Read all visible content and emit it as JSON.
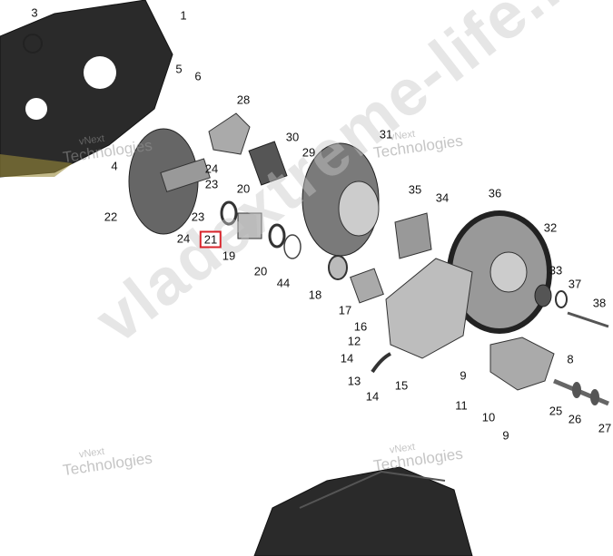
{
  "diagram": {
    "labels": [
      {
        "id": "l3",
        "text": "3"
      },
      {
        "id": "l1",
        "text": "1"
      },
      {
        "id": "l5",
        "text": "5"
      },
      {
        "id": "l6",
        "text": "6"
      },
      {
        "id": "l28",
        "text": "28"
      },
      {
        "id": "l30",
        "text": "30"
      },
      {
        "id": "l29",
        "text": "29"
      },
      {
        "id": "l31",
        "text": "31"
      },
      {
        "id": "l4",
        "text": "4"
      },
      {
        "id": "l24a",
        "text": "24"
      },
      {
        "id": "l23a",
        "text": "23"
      },
      {
        "id": "l20a",
        "text": "20"
      },
      {
        "id": "l22",
        "text": "22"
      },
      {
        "id": "l23b",
        "text": "23"
      },
      {
        "id": "l24b",
        "text": "24"
      },
      {
        "id": "l21",
        "text": "21"
      },
      {
        "id": "l19",
        "text": "19"
      },
      {
        "id": "l20b",
        "text": "20"
      },
      {
        "id": "l44",
        "text": "44"
      },
      {
        "id": "l35",
        "text": "35"
      },
      {
        "id": "l34",
        "text": "34"
      },
      {
        "id": "l36",
        "text": "36"
      },
      {
        "id": "l32",
        "text": "32"
      },
      {
        "id": "l18",
        "text": "18"
      },
      {
        "id": "l17",
        "text": "17"
      },
      {
        "id": "l33",
        "text": "33"
      },
      {
        "id": "l37",
        "text": "37"
      },
      {
        "id": "l38",
        "text": "38"
      },
      {
        "id": "l16",
        "text": "16"
      },
      {
        "id": "l12",
        "text": "12"
      },
      {
        "id": "l8",
        "text": "8"
      },
      {
        "id": "l14a",
        "text": "14"
      },
      {
        "id": "l13",
        "text": "13"
      },
      {
        "id": "l14b",
        "text": "14"
      },
      {
        "id": "l15",
        "text": "15"
      },
      {
        "id": "l9a",
        "text": "9"
      },
      {
        "id": "l11",
        "text": "11"
      },
      {
        "id": "l10",
        "text": "10"
      },
      {
        "id": "l25",
        "text": "25"
      },
      {
        "id": "l26",
        "text": "26"
      },
      {
        "id": "l27",
        "text": "27"
      },
      {
        "id": "l9b",
        "text": "9"
      }
    ],
    "highlighted_label": "21",
    "highlight_color": "#d8232a"
  },
  "watermarks": {
    "brand_small": "vNext",
    "brand_large": "Technologies",
    "site": "vladextreme-life.ru"
  }
}
